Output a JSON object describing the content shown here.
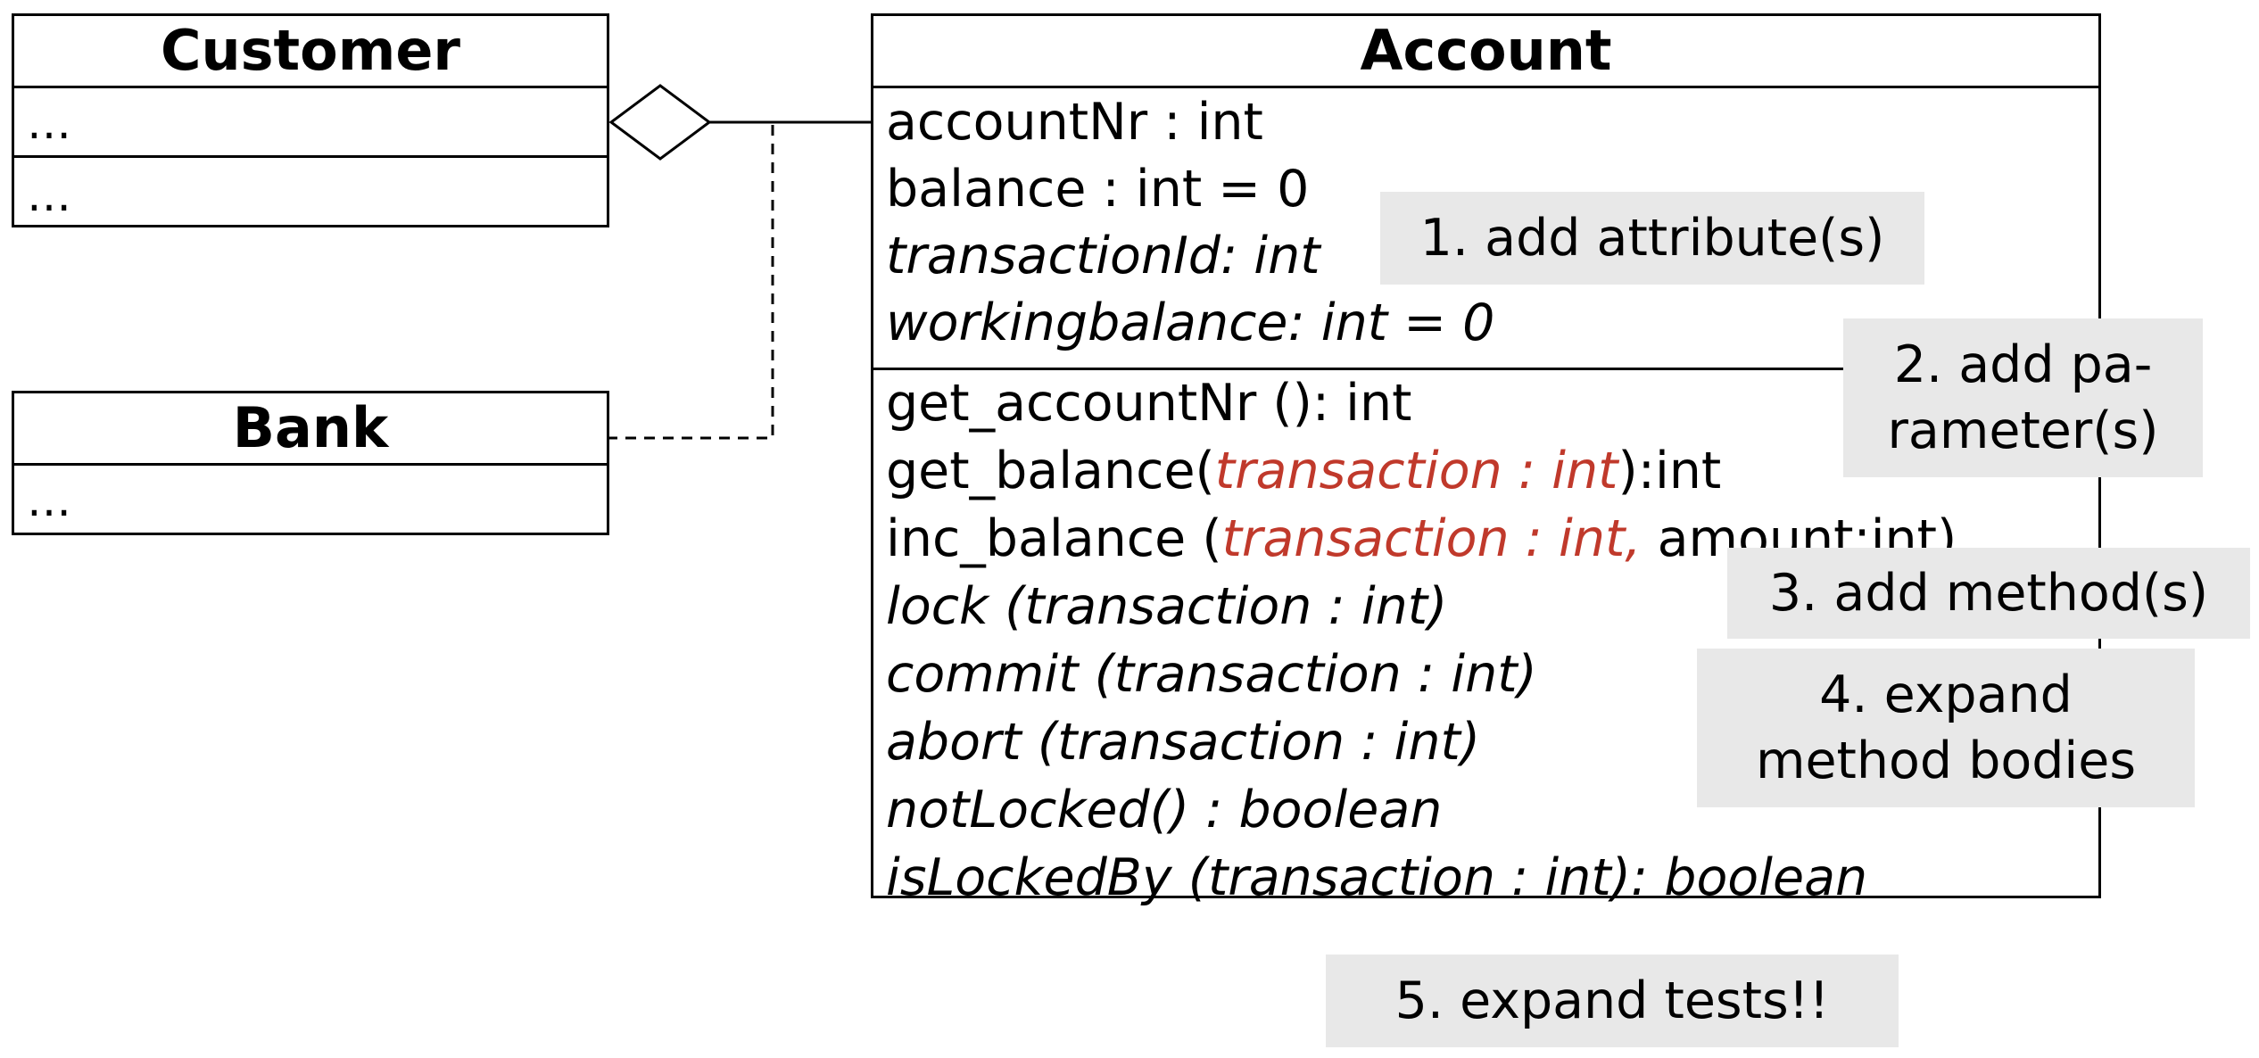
{
  "customer": {
    "name": "Customer",
    "attributes": "…",
    "methods": "…"
  },
  "bank": {
    "name": "Bank",
    "attributes": "…"
  },
  "account": {
    "name": "Account",
    "attributes": {
      "a1": "accountNr : int",
      "a2": "balance : int = 0",
      "a3": "transactionId: int",
      "a4": "workingbalance: int = 0"
    },
    "methods": {
      "m1": "get_accountNr (): int",
      "m2_pre": "get_balance(",
      "m2_red": "transaction : int",
      "m2_post": "):int",
      "m3_pre": "inc_balance (",
      "m3_red": "transaction : int,",
      "m3_post": " amount:int)",
      "m4": "lock (transaction : int)",
      "m5": "commit (transaction : int)",
      "m6": "abort (transaction : int)",
      "m7": "notLocked() : boolean",
      "m8": "isLockedBy (transaction : int): boolean"
    }
  },
  "notes": {
    "n1": "1. add attribute(s)",
    "n2_l1": "2. add pa-",
    "n2_l2": "rameter(s)",
    "n3": "3. add method(s)",
    "n4_l1": "4. expand",
    "n4_l2": "method bodies",
    "n5": "5. expand tests!!"
  },
  "colors": {
    "highlight": "#c0392b",
    "note_bg": "#e8e8e8"
  }
}
